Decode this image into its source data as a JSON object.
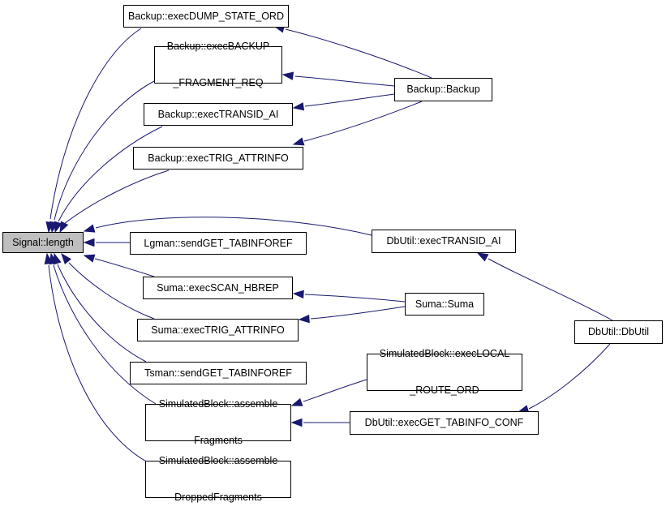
{
  "diagram": {
    "type": "call-graph",
    "focus": "n_signal",
    "nodes": [
      {
        "id": "n_signal",
        "lines": [
          "Signal::length"
        ]
      },
      {
        "id": "n_dump",
        "lines": [
          "Backup::execDUMP_STATE_ORD"
        ]
      },
      {
        "id": "n_backupfrag",
        "lines": [
          "Backup::execBACKUP",
          "_FRAGMENT_REQ"
        ]
      },
      {
        "id": "n_backup_transid",
        "lines": [
          "Backup::execTRANSID_AI"
        ]
      },
      {
        "id": "n_backup_trig",
        "lines": [
          "Backup::execTRIG_ATTRINFO"
        ]
      },
      {
        "id": "n_backup_ctor",
        "lines": [
          "Backup::Backup"
        ]
      },
      {
        "id": "n_lgman",
        "lines": [
          "Lgman::sendGET_TABINFOREF"
        ]
      },
      {
        "id": "n_dbutil_transid",
        "lines": [
          "DbUtil::execTRANSID_AI"
        ]
      },
      {
        "id": "n_suma_scan",
        "lines": [
          "Suma::execSCAN_HBREP"
        ]
      },
      {
        "id": "n_suma_trig",
        "lines": [
          "Suma::execTRIG_ATTRINFO"
        ]
      },
      {
        "id": "n_suma_ctor",
        "lines": [
          "Suma::Suma"
        ]
      },
      {
        "id": "n_dbutil_ctor",
        "lines": [
          "DbUtil::DbUtil"
        ]
      },
      {
        "id": "n_tsman",
        "lines": [
          "Tsman::sendGET_TABINFOREF"
        ]
      },
      {
        "id": "n_sim_local",
        "lines": [
          "SimulatedBlock::execLOCAL",
          "_ROUTE_ORD"
        ]
      },
      {
        "id": "n_sim_assemble",
        "lines": [
          "SimulatedBlock::assemble",
          "Fragments"
        ]
      },
      {
        "id": "n_dbutil_gettab",
        "lines": [
          "DbUtil::execGET_TABINFO_CONF"
        ]
      },
      {
        "id": "n_sim_dropped",
        "lines": [
          "SimulatedBlock::assemble",
          "DroppedFragments"
        ]
      }
    ],
    "edges": [
      {
        "from": "n_dump",
        "to": "n_signal"
      },
      {
        "from": "n_backupfrag",
        "to": "n_signal"
      },
      {
        "from": "n_backup_transid",
        "to": "n_signal"
      },
      {
        "from": "n_backup_trig",
        "to": "n_signal"
      },
      {
        "from": "n_lgman",
        "to": "n_signal"
      },
      {
        "from": "n_dbutil_transid",
        "to": "n_signal"
      },
      {
        "from": "n_suma_scan",
        "to": "n_signal"
      },
      {
        "from": "n_suma_trig",
        "to": "n_signal"
      },
      {
        "from": "n_tsman",
        "to": "n_signal"
      },
      {
        "from": "n_sim_assemble",
        "to": "n_signal"
      },
      {
        "from": "n_sim_dropped",
        "to": "n_signal"
      },
      {
        "from": "n_backup_ctor",
        "to": "n_dump"
      },
      {
        "from": "n_backup_ctor",
        "to": "n_backupfrag"
      },
      {
        "from": "n_backup_ctor",
        "to": "n_backup_transid"
      },
      {
        "from": "n_backup_ctor",
        "to": "n_backup_trig"
      },
      {
        "from": "n_suma_ctor",
        "to": "n_suma_scan"
      },
      {
        "from": "n_suma_ctor",
        "to": "n_suma_trig"
      },
      {
        "from": "n_dbutil_ctor",
        "to": "n_dbutil_transid"
      },
      {
        "from": "n_dbutil_ctor",
        "to": "n_dbutil_gettab"
      },
      {
        "from": "n_sim_local",
        "to": "n_sim_assemble"
      },
      {
        "from": "n_dbutil_gettab",
        "to": "n_sim_assemble"
      }
    ],
    "colors": {
      "node_fill": "#ffffff",
      "focus_fill": "#bfbfbf",
      "border": "#000000",
      "edge": "#191970"
    }
  }
}
